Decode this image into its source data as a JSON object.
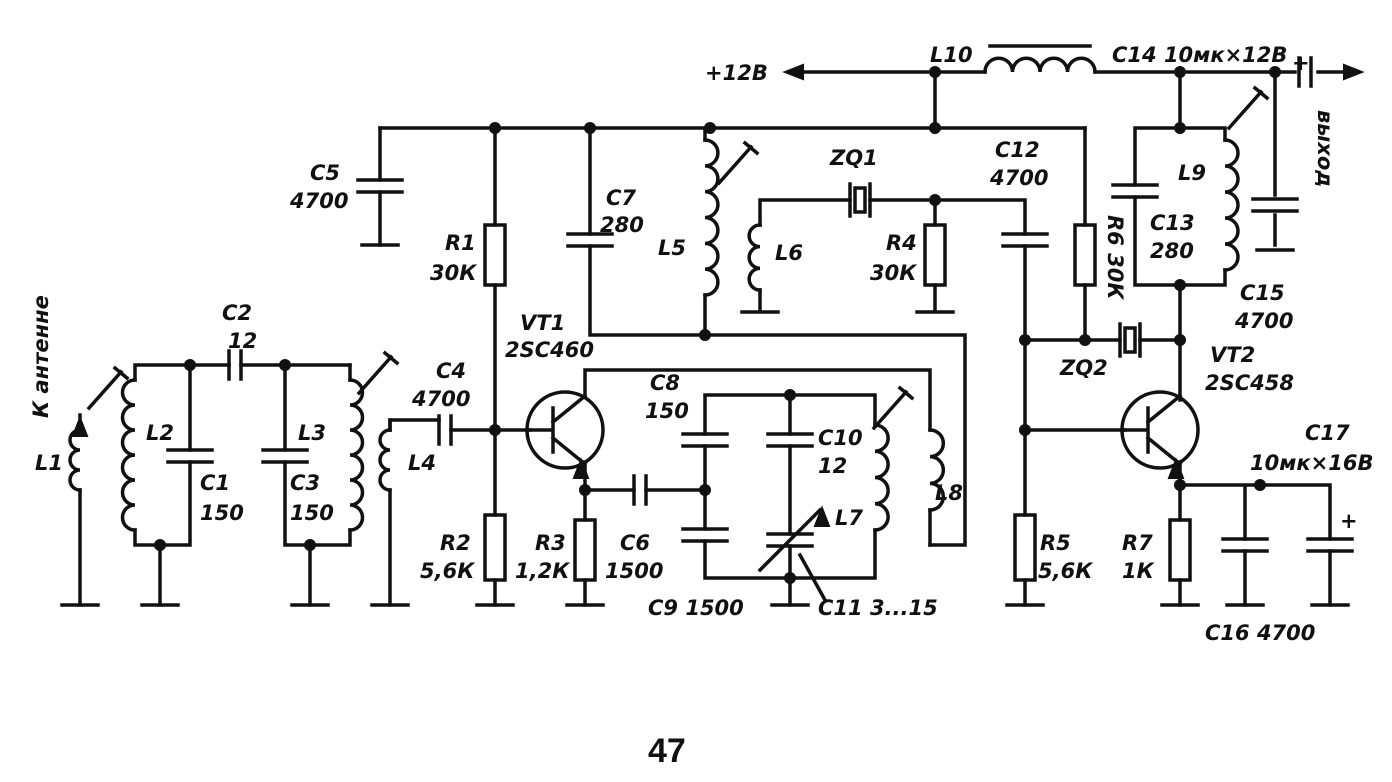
{
  "supply": "+12В",
  "output": "выход",
  "antenna": "К антенне",
  "page_number": "47",
  "plus": "+",
  "labels": {
    "L10": "L10",
    "C14": "C14 10мк×12В",
    "C5": "C5",
    "C5v": "4700",
    "R1": "R1",
    "R1v": "30К",
    "C7": "C7",
    "C7v": "280",
    "L5": "L5",
    "ZQ1": "ZQ1",
    "L6": "L6",
    "R4": "R4",
    "R4v": "30К",
    "C12": "C12",
    "C12v": "4700",
    "R6": "R6 30К",
    "C13": "C13",
    "C13v": "280",
    "L9": "L9",
    "C15": "C15",
    "C15v": "4700",
    "C2": "C2",
    "C2v": "12",
    "L1": "L1",
    "L2": "L2",
    "L3": "L3",
    "C1": "C1",
    "C1v": "150",
    "C3": "C3",
    "C3v": "150",
    "C4": "C4",
    "C4v": "4700",
    "L4": "L4",
    "VT1": "VT1",
    "VT1v": "2SC460",
    "C8": "C8",
    "C8v": "150",
    "C10": "C10",
    "C10v": "12",
    "L7": "L7",
    "L8": "L8",
    "R2": "R2",
    "R2v": "5,6К",
    "R3": "R3",
    "R3v": "1,2К",
    "C6": "C6",
    "C6v": "1500",
    "C9": "C9 1500",
    "C11": "C11 3...15",
    "ZQ2": "ZQ2",
    "VT2": "VT2",
    "VT2v": "2SC458",
    "C17": "C17",
    "C17v": "10мк×16В",
    "R5": "R5",
    "R5v": "5,6К",
    "R7": "R7",
    "R7v": "1К",
    "C16": "C16 4700"
  }
}
